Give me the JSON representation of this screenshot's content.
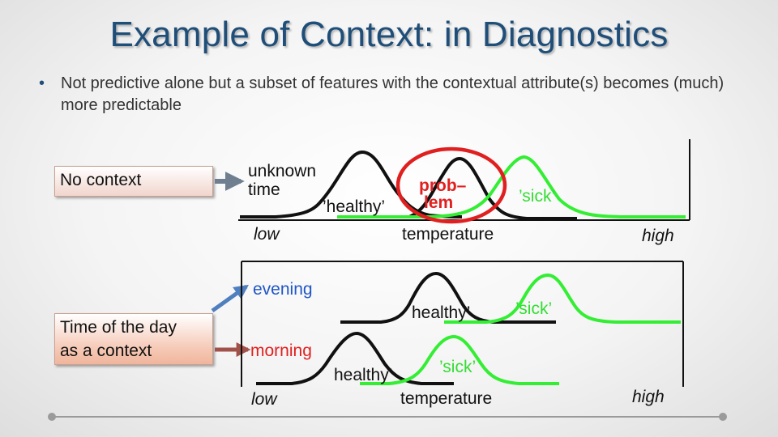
{
  "title": "Example of Context: in Diagnostics",
  "bullet": "Not predictive alone but a subset of features with the contextual attribute(s) becomes (much) more predictable",
  "bullet_marker": "•",
  "labels": {
    "no_context": "No context",
    "time_of_day_line1": "Time of the day",
    "time_of_day_line2": "as a context"
  },
  "top_plot": {
    "y_label_line1": "unknown",
    "y_label_line2": "time",
    "healthy_label": "’healthy’",
    "problem_line1": "prob–",
    "problem_line2": "lem",
    "sick_label": "’sick’",
    "x_low": "low",
    "x_mid": "temperature",
    "x_high": "high"
  },
  "bottom_plot": {
    "evening_label": "evening",
    "morning_label": "morning",
    "healthy_evening": "healthy’",
    "sick_evening": "’sick’",
    "healthy_morning": "healthy’",
    "sick_morning": "’sick’",
    "x_low": "low",
    "x_mid": "temperature",
    "x_high": "high"
  },
  "colors": {
    "title": "#1f4e79",
    "healthy_curve": "#111111",
    "sick_curve": "#33ee33",
    "problem": "#e02020",
    "evening": "#1f56c8",
    "morning": "#e02020",
    "arrow_gray": "#6f7f8f",
    "arrow_blue": "#4f7fbf",
    "arrow_red": "#a0524a"
  }
}
